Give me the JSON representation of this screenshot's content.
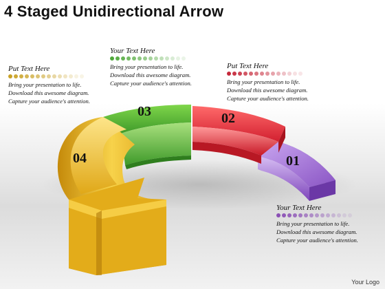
{
  "title": "4 Staged Unidirectional Arrow",
  "stages": [
    {
      "number": "04",
      "color": "#f0b81a"
    },
    {
      "number": "03",
      "color": "#5fb83a"
    },
    {
      "number": "02",
      "color": "#e8323a"
    },
    {
      "number": "01",
      "color": "#9b6ad0"
    }
  ],
  "callouts": {
    "top_left": {
      "heading": "Put Text Here",
      "accent": "#c9a227",
      "lines": [
        "Bring your presentation to life.",
        "Download this awesome diagram.",
        "Capture your audience's attention."
      ]
    },
    "top_center": {
      "heading": "Your Text Here",
      "accent": "#4fa83a",
      "lines": [
        "Bring your presentation to life.",
        "Download this awesome diagram.",
        "Capture your audience's attention."
      ]
    },
    "top_right": {
      "heading": "Put Text Here",
      "accent": "#c5283a",
      "lines": [
        "Bring your presentation to life.",
        "Download this awesome diagram.",
        "Capture your audience's attention."
      ]
    },
    "bottom_right": {
      "heading": "Your Text Here",
      "accent": "#8a4fb5",
      "lines": [
        "Bring your presentation to life.",
        "Download this awesome diagram.",
        "Capture your audience's attention."
      ]
    }
  },
  "logo": "Your Logo"
}
